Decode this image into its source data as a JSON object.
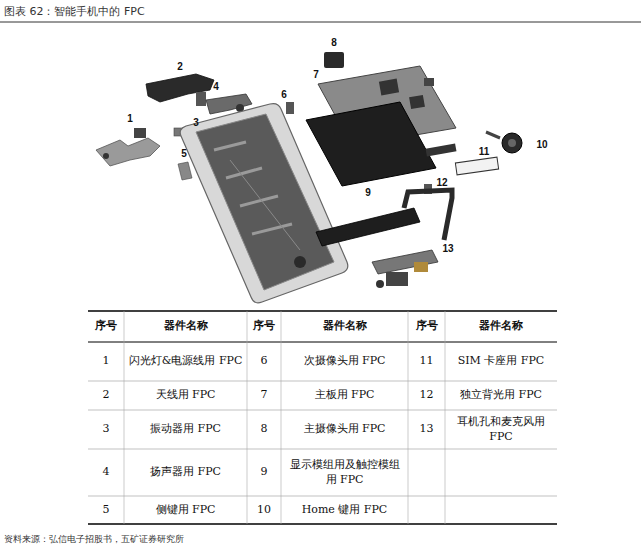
{
  "diagram": {
    "title": "图表 62：智能手机中的 FPC",
    "caption": "资料来源：弘信电子招股书，五矿证券研究所",
    "labels": [
      "1",
      "2",
      "3",
      "4",
      "5",
      "6",
      "7",
      "8",
      "9",
      "10",
      "11",
      "12",
      "13",
      "序号",
      "器件名称",
      "序号",
      "器件名称",
      "序号",
      "器件名称",
      "1",
      "闪光灯&电源线用 FPC",
      "6",
      "次摄像头用 FPC",
      "11",
      "SIM 卡座用 FPC",
      "2",
      "天线用 FPC",
      "7",
      "主板用 FPC",
      "12",
      "独立背光用 FPC",
      "3",
      "振动器用 FPC",
      "8",
      "主摄像头用 FPC",
      "13",
      "耳机孔和麦克风用 FPC",
      "4",
      "扬声器用 FPC",
      "9",
      "显示模组用及触控模组用 FPC",
      "5",
      "侧键用 FPC",
      "10",
      "Home 键用 FPC"
    ]
  }
}
